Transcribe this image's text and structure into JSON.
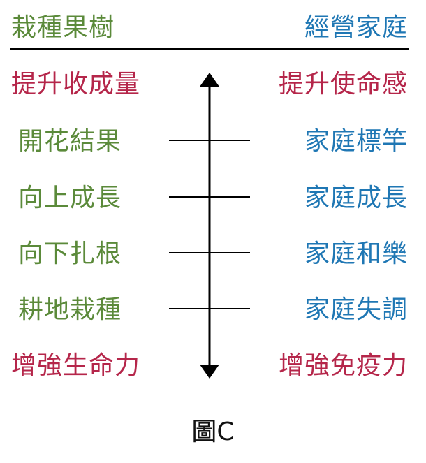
{
  "left_header": "栽種果樹",
  "right_header": "經營家庭",
  "left_top": "提升收成量",
  "right_top": "提升使命感",
  "left_items": [
    "開花結果",
    "向上成長",
    "向下扎根",
    "耕地栽種"
  ],
  "right_items": [
    "家庭標竿",
    "家庭成長",
    "家庭和樂",
    "家庭失調"
  ],
  "left_bottom": "增強生命力",
  "right_bottom": "增強免疫力",
  "caption": "圖C",
  "colors": {
    "green": "#5b8a3a",
    "blue": "#1f77b4",
    "red": "#b5264a",
    "line": "#000000"
  }
}
